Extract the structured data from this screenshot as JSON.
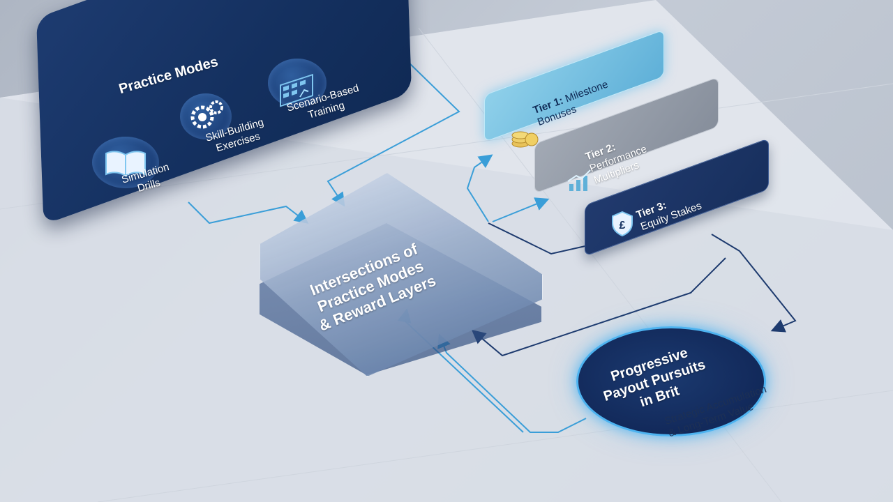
{
  "practice_modes": {
    "title": "Practice Modes",
    "items": [
      {
        "label_line1": "Simulation",
        "label_line2": "Drills",
        "icon": "book-icon"
      },
      {
        "label_line1": "Skill-Building",
        "label_line2": "Exercises",
        "icon": "gears-icon"
      },
      {
        "label_line1": "Scenario-Based",
        "label_line2": "Training",
        "icon": "dashboard-icon"
      }
    ]
  },
  "center": {
    "line1": "Intersections of",
    "line2": "Practice Modes",
    "line3": "& Reward Layers"
  },
  "tiers": [
    {
      "name": "Tier 1:",
      "text_line1": "Milestone",
      "text_line2": "Bonuses",
      "icon": "coins-icon"
    },
    {
      "name": "Tier 2:",
      "text_line1": "Performance",
      "text_line2": "Multipliers",
      "icon": "growth-chart-icon"
    },
    {
      "name": "Tier 3:",
      "text_line1": "Equity Stakes",
      "text_line2": "",
      "icon": "pound-shield-icon"
    }
  ],
  "payout": {
    "line1": "Progressive",
    "line2": "Payout Pursuits",
    "line3": "in Brit",
    "sub_line1": "Strategic Accumulation",
    "sub_line2": "& Long-Term Value"
  },
  "colors": {
    "navy": "#14305f",
    "accent_blue": "#4db3f0",
    "connector": "#3a9ed8",
    "connector_dark": "#1d3a6e"
  }
}
